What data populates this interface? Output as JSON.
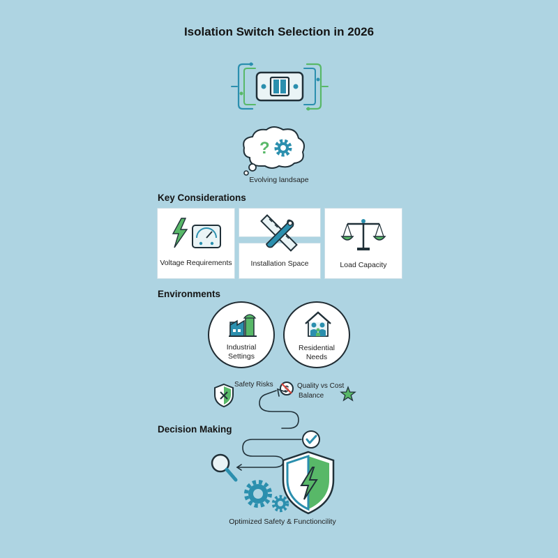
{
  "title": "Isolation Switch Selection in 2026",
  "intro": {
    "caption": "Evolving landsape"
  },
  "key_considerations": {
    "heading": "Key Considerations",
    "cards": [
      {
        "label": "Voltage Requirements",
        "icon": "voltage-meter-icon"
      },
      {
        "label": "Installation Space",
        "icon": "ruler-wrench-icon"
      },
      {
        "label": "Load Capacity",
        "icon": "balance-scale-icon"
      }
    ]
  },
  "environments": {
    "heading": "Environments",
    "items": [
      {
        "line1": "Industrial",
        "line2": "Settings",
        "icon": "factory-icon"
      },
      {
        "line1": "Residential",
        "line2": "Needs",
        "icon": "house-family-icon"
      }
    ]
  },
  "factors": {
    "safety": "Safety Risks",
    "quality_line1": "Quality vs Cost",
    "quality_line2": "Balance"
  },
  "decision": {
    "heading": "Decision Making",
    "outcome": "Optimized Safety & Functioncility"
  },
  "colors": {
    "background": "#aed4e2",
    "teal": "#2b8fae",
    "green": "#58b868",
    "dark": "#203038"
  }
}
